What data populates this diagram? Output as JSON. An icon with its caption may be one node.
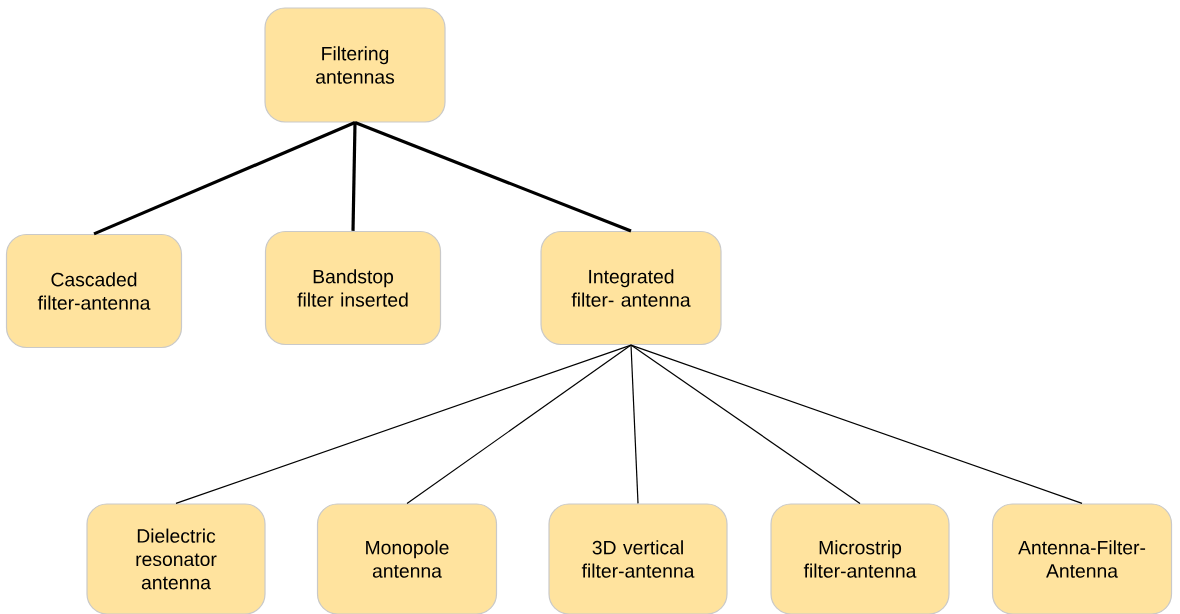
{
  "diagram": {
    "nodes": [
      {
        "text": [
          "Filtering antennas"
        ]
      },
      {
        "text": [
          "Cascaded filter-antenna"
        ]
      },
      {
        "text": [
          "Bandstop filter inserted"
        ]
      },
      {
        "text": [
          "Integrated filter- antenna"
        ]
      },
      {
        "text": [
          "Dielectric resonator antenna"
        ]
      },
      {
        "text": [
          "Monopole antenna"
        ]
      },
      {
        "text": [
          "3D vertical filter-antenna"
        ]
      },
      {
        "text": [
          "Microstrip filter-antenna"
        ]
      },
      {
        "text": [
          "Antenna-Filter- Antenna"
        ]
      }
    ],
    "edges": [
      {
        "from": 0,
        "to": 1,
        "arrow": "none",
        "style": "thick"
      },
      {
        "from": 0,
        "to": 2,
        "arrow": "none",
        "style": "thick"
      },
      {
        "from": 0,
        "to": 3,
        "arrow": "none",
        "style": "thick"
      },
      {
        "from": 3,
        "to": 4,
        "arrow": "none"
      },
      {
        "from": 3,
        "to": 5,
        "arrow": "none"
      },
      {
        "from": 3,
        "to": 6,
        "arrow": "none"
      },
      {
        "from": 3,
        "to": 7,
        "arrow": "none"
      },
      {
        "from": 3,
        "to": 8,
        "arrow": "none"
      }
    ]
  }
}
